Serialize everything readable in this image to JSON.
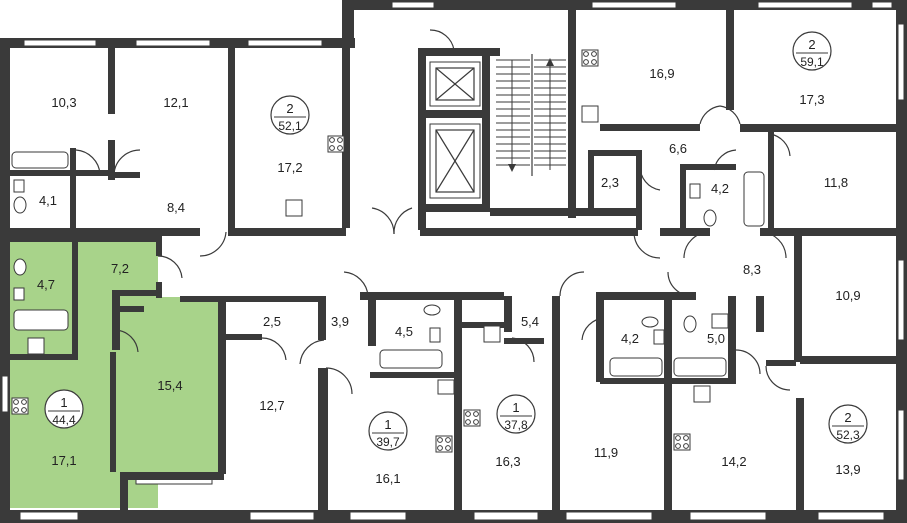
{
  "apartments": [
    {
      "id": "apt-left-top",
      "rooms": "2",
      "total": "52,1"
    },
    {
      "id": "apt-right-top",
      "rooms": "2",
      "total": "59,1"
    },
    {
      "id": "apt-left-highlight",
      "rooms": "1",
      "total": "44,4"
    },
    {
      "id": "apt-mid-a",
      "rooms": "1",
      "total": "39,7"
    },
    {
      "id": "apt-mid-b",
      "rooms": "1",
      "total": "37,8"
    },
    {
      "id": "apt-right-bottom",
      "rooms": "2",
      "total": "52,3"
    }
  ],
  "room_areas": [
    "10,3",
    "12,1",
    "17,2",
    "4,1",
    "8,4",
    "16,9",
    "17,3",
    "6,6",
    "2,3",
    "4,2",
    "11,8",
    "7,2",
    "4,7",
    "15,4",
    "17,1",
    "2,5",
    "3,9",
    "4,5",
    "12,7",
    "16,1",
    "5,4",
    "4,2",
    "5,0",
    "16,3",
    "11,9",
    "14,2",
    "8,3",
    "10,9",
    "13,9"
  ],
  "colors": {
    "highlight": "#a8d38a",
    "walls": "#3a3a3a",
    "background": "#ffffff"
  }
}
